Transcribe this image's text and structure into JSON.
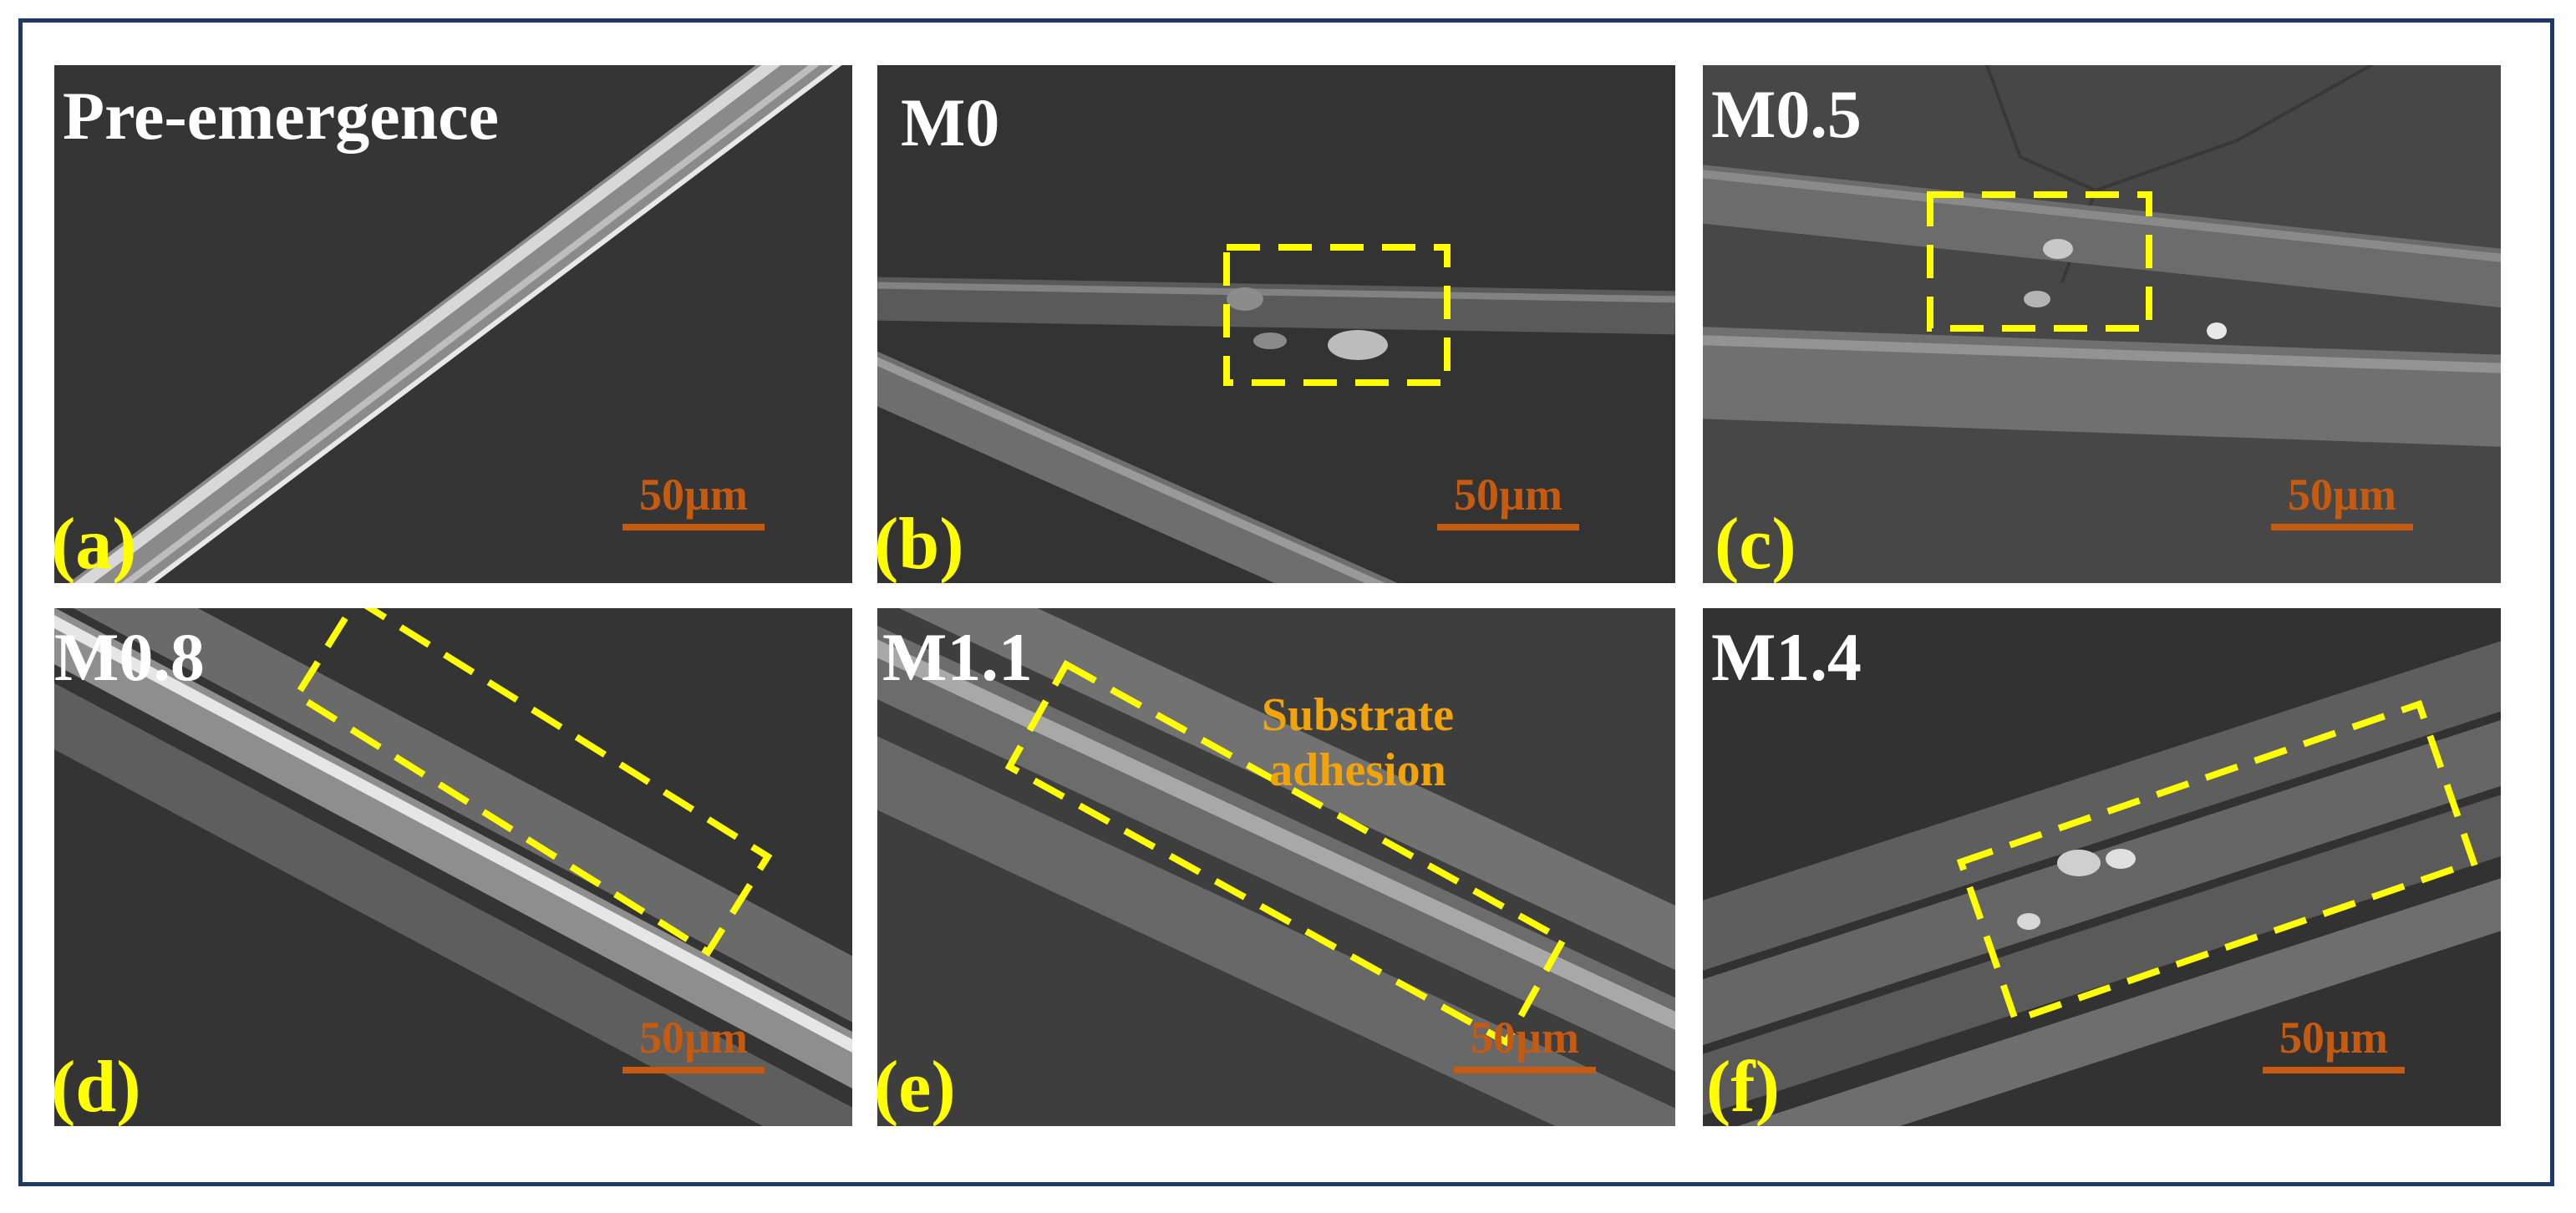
{
  "colors": {
    "frame": "#1f3864",
    "panel_label": "#ffff00",
    "highlight_box": "#ffff00",
    "scale_bar": "#c55a11",
    "annotation": "#f0a30a",
    "title": "#ffffff"
  },
  "panels": [
    {
      "id": "a",
      "title": "Pre-emergence",
      "label": "(a)",
      "scale": "50µm"
    },
    {
      "id": "b",
      "title": "M0",
      "label": "(b)",
      "scale": "50µm"
    },
    {
      "id": "c",
      "title": "M0.5",
      "label": "(c)",
      "scale": "50µm"
    },
    {
      "id": "d",
      "title": "M0.8",
      "label": "(d)",
      "scale": "50µm"
    },
    {
      "id": "e",
      "title": "M1.1",
      "label": "(e)",
      "scale": "50µm",
      "annotation": "Substrate\nadhesion"
    },
    {
      "id": "f",
      "title": "M1.4",
      "label": "(f)",
      "scale": "50µm"
    }
  ]
}
